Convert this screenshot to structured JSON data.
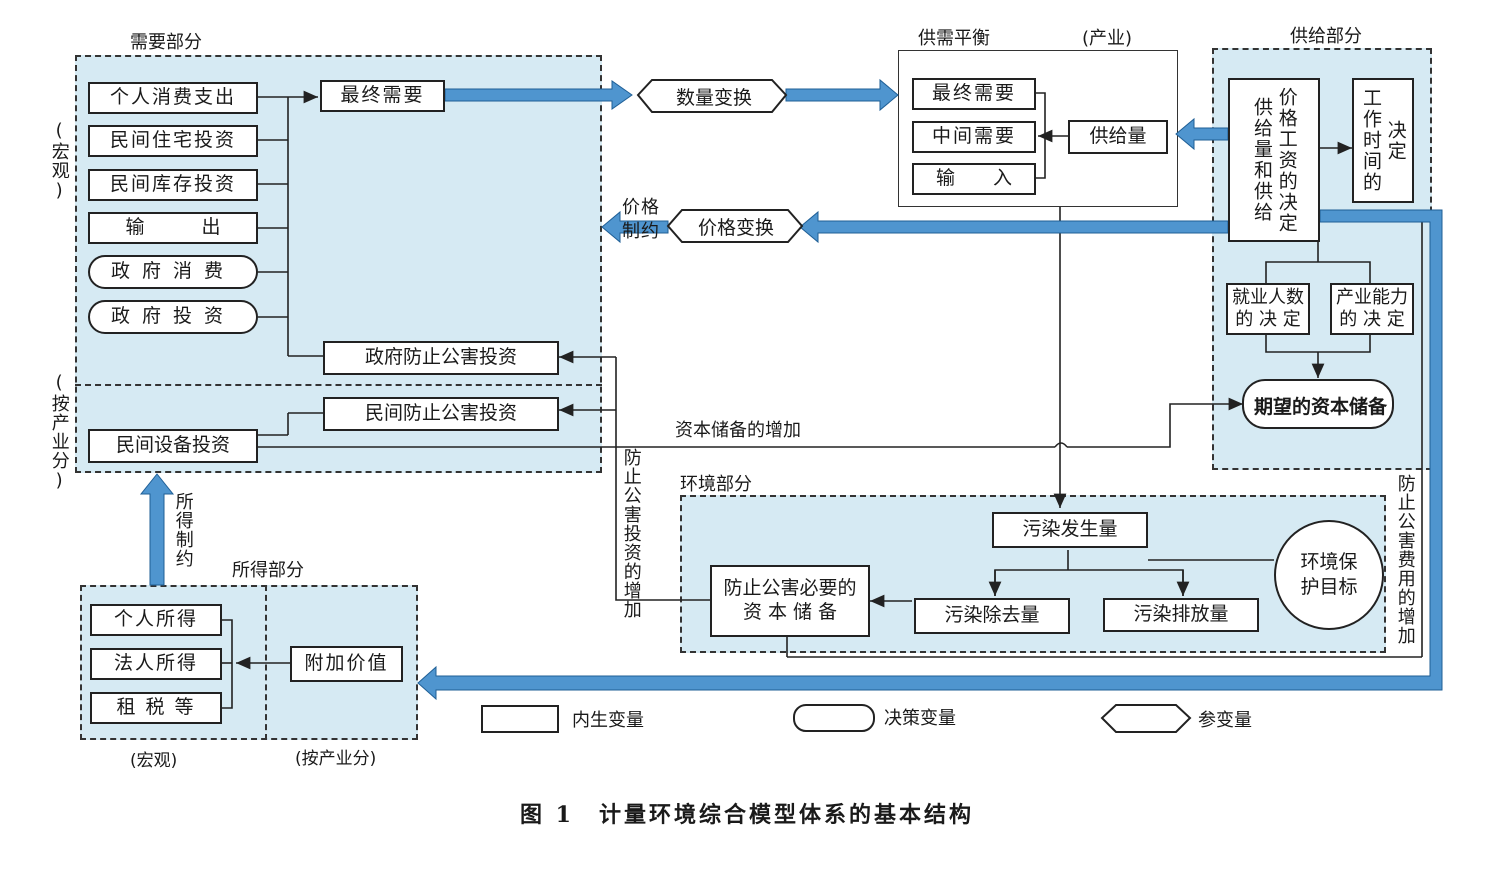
{
  "regions": {
    "demand": "需要部分",
    "macro_left": "(宏观)",
    "by_industry_left": "(按产业分)",
    "balance": "供需平衡",
    "industry": "(产业)",
    "supply": "供给部分",
    "environment": "环境部分",
    "income": "所得部分",
    "income_macro": "(宏观)",
    "income_industry": "(按产业分)"
  },
  "demand_items": [
    "个人消费支出",
    "民间住宅投资",
    "民间库存投资",
    "输　　　出"
  ],
  "gov_items": [
    "政府消费",
    "政府投资"
  ],
  "final_demand": "最终需要",
  "gov_pollution_inv": "政府防止公害投资",
  "private_pollution_inv": "民间防止公害投资",
  "private_equipment_inv": "民间设备投资",
  "quantity_conv": "数量变换",
  "price_conv": "价格变换",
  "price_constraint": "价格制约",
  "balance_items": [
    "最终需要",
    "中间需要",
    "输　　入"
  ],
  "supply_qty": "供给量",
  "supply_main": [
    "价格工资的决定",
    "供给量和供给"
  ],
  "work_time": [
    "决定",
    "工作时间的"
  ],
  "employment": [
    "就业人数",
    "的 决 定"
  ],
  "capacity": [
    "产业能力",
    "的 决 定"
  ],
  "expected_capital": "期望的资本储备",
  "capital_increase": "资本储备的增加",
  "pollution_inv_increase": "防止公害投资的增加",
  "pollution_cost_increase": "防止公害费用的增加",
  "pollution_gen": "污染发生量",
  "pollution_capital": [
    "防止公害必要的",
    "资 本 储 备"
  ],
  "pollution_removed": "污染除去量",
  "pollution_emitted": "污染排放量",
  "env_goal": "环境保\n护目标",
  "income_constraint": "所得制约",
  "income_items": [
    "个人所得",
    "法人所得",
    "租 税 等"
  ],
  "value_added": "附加价值",
  "legend": {
    "endogenous": "内生变量",
    "decision": "决策变量",
    "parameter": "参变量"
  },
  "caption": "图 1　计量环境综合模型体系的基本结构",
  "colors": {
    "arrow": "#4f95cf",
    "region_fill": "#d6eaf3"
  }
}
